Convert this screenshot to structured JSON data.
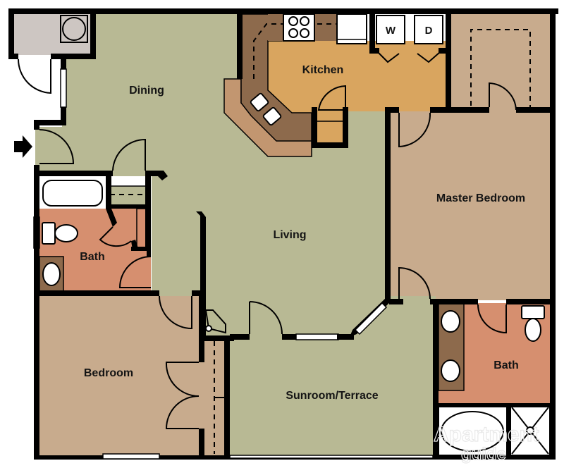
{
  "plan": {
    "rooms": [
      {
        "id": "dining",
        "label": "Dining"
      },
      {
        "id": "kitchen",
        "label": "Kitchen"
      },
      {
        "id": "living",
        "label": "Living"
      },
      {
        "id": "master_bedroom",
        "label": "Master Bedroom"
      },
      {
        "id": "bath_hall",
        "label": "Bath"
      },
      {
        "id": "bedroom",
        "label": "Bedroom"
      },
      {
        "id": "sunroom",
        "label": "Sunroom/Terrace"
      },
      {
        "id": "bath_master",
        "label": "Bath"
      }
    ],
    "appliances": {
      "washer": "W",
      "dryer": "D"
    },
    "icons": [
      "entry-arrow-icon",
      "water-heater-icon",
      "range-icon",
      "refrigerator-icon",
      "sink-icon",
      "toilet-icon",
      "bathtub-icon",
      "shower-icon"
    ],
    "watermark": {
      "line1": "Apartment",
      "line2": "guide"
    },
    "colors": {
      "living_green": "#b8b994",
      "kitchen_orange": "#d9a55f",
      "counter_brown": "#8d6a4c",
      "bar_tan": "#c29670",
      "bedroom_tan": "#c8ab8d",
      "bath_salmon": "#d68f6f",
      "utility_gray": "#cdc6c2",
      "wall_black": "#000000"
    }
  }
}
